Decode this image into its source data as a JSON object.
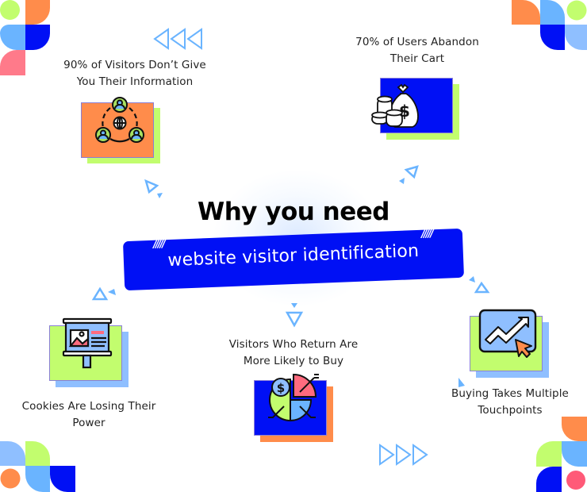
{
  "title": {
    "line1": "Why you need",
    "banner": "website visitor identification",
    "hatch": "/////"
  },
  "colors": {
    "blue": "#0010f5",
    "light_blue": "#6ab4ff",
    "pale_blue": "#8fbfff",
    "lime": "#c2fd6e",
    "orange": "#ff8c4b",
    "pink": "#ff6b7f",
    "arrow_blue": "#6ab4ff"
  },
  "items": [
    {
      "id": "visitors-info",
      "caption_line1": "90% of Visitors Don’t Give",
      "caption_line2": "You Their Information",
      "icon": "network-users-globe-icon"
    },
    {
      "id": "cart-abandon",
      "caption_line1": "70% of Users Abandon",
      "caption_line2": "Their Cart",
      "icon": "money-bag-coins-icon"
    },
    {
      "id": "cookies",
      "caption_line1": "Cookies Are Losing Their",
      "caption_line2": "Power",
      "icon": "billboard-icon"
    },
    {
      "id": "return-visitors",
      "caption_line1": "Visitors Who Return Are",
      "caption_line2": "More Likely to Buy",
      "icon": "pie-chart-dollar-icon"
    },
    {
      "id": "touchpoints",
      "caption_line1": "Buying Takes Multiple",
      "caption_line2": "Touchpoints",
      "icon": "trend-chart-cursor-icon"
    }
  ]
}
